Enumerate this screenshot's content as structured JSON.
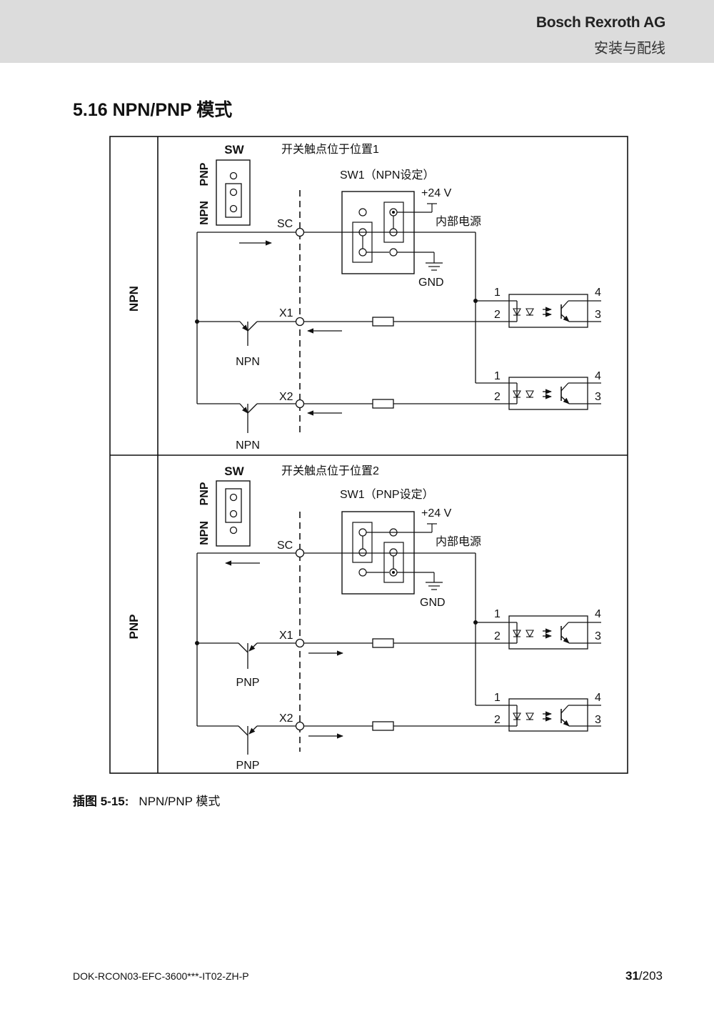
{
  "header": {
    "company": "Bosch Rexroth AG",
    "subtitle": "安装与配线"
  },
  "section": {
    "title": "5.16  NPN/PNP 模式"
  },
  "diagram": {
    "npn_panel": {
      "row_label": "NPN",
      "sw_label": "SW",
      "jumper_pnp": "PNP",
      "jumper_npn": "NPN",
      "position_text": "开关触点位于位置1",
      "sw1_text": "SW1（NPN设定）",
      "v24": "+24 V",
      "internal_power": "内部电源",
      "gnd": "GND",
      "sc": "SC",
      "x1": "X1",
      "x2": "X2",
      "transistor1": "NPN",
      "transistor2": "NPN",
      "pin1": "1",
      "pin2": "2",
      "pin3": "3",
      "pin4": "4"
    },
    "pnp_panel": {
      "row_label": "PNP",
      "sw_label": "SW",
      "jumper_pnp": "PNP",
      "jumper_npn": "NPN",
      "position_text": "开关触点位于位置2",
      "sw1_text": "SW1（PNP设定）",
      "v24": "+24 V",
      "internal_power": "内部电源",
      "gnd": "GND",
      "sc": "SC",
      "x1": "X1",
      "x2": "X2",
      "transistor1": "PNP",
      "transistor2": "PNP",
      "pin1": "1",
      "pin2": "2",
      "pin3": "3",
      "pin4": "4"
    }
  },
  "caption": {
    "label": "插图 5-15:",
    "text": "NPN/PNP 模式"
  },
  "footer": {
    "doc_id": "DOK-RCON03-EFC-3600***-IT02-ZH-P",
    "page_current": "31",
    "page_total": "/203"
  }
}
